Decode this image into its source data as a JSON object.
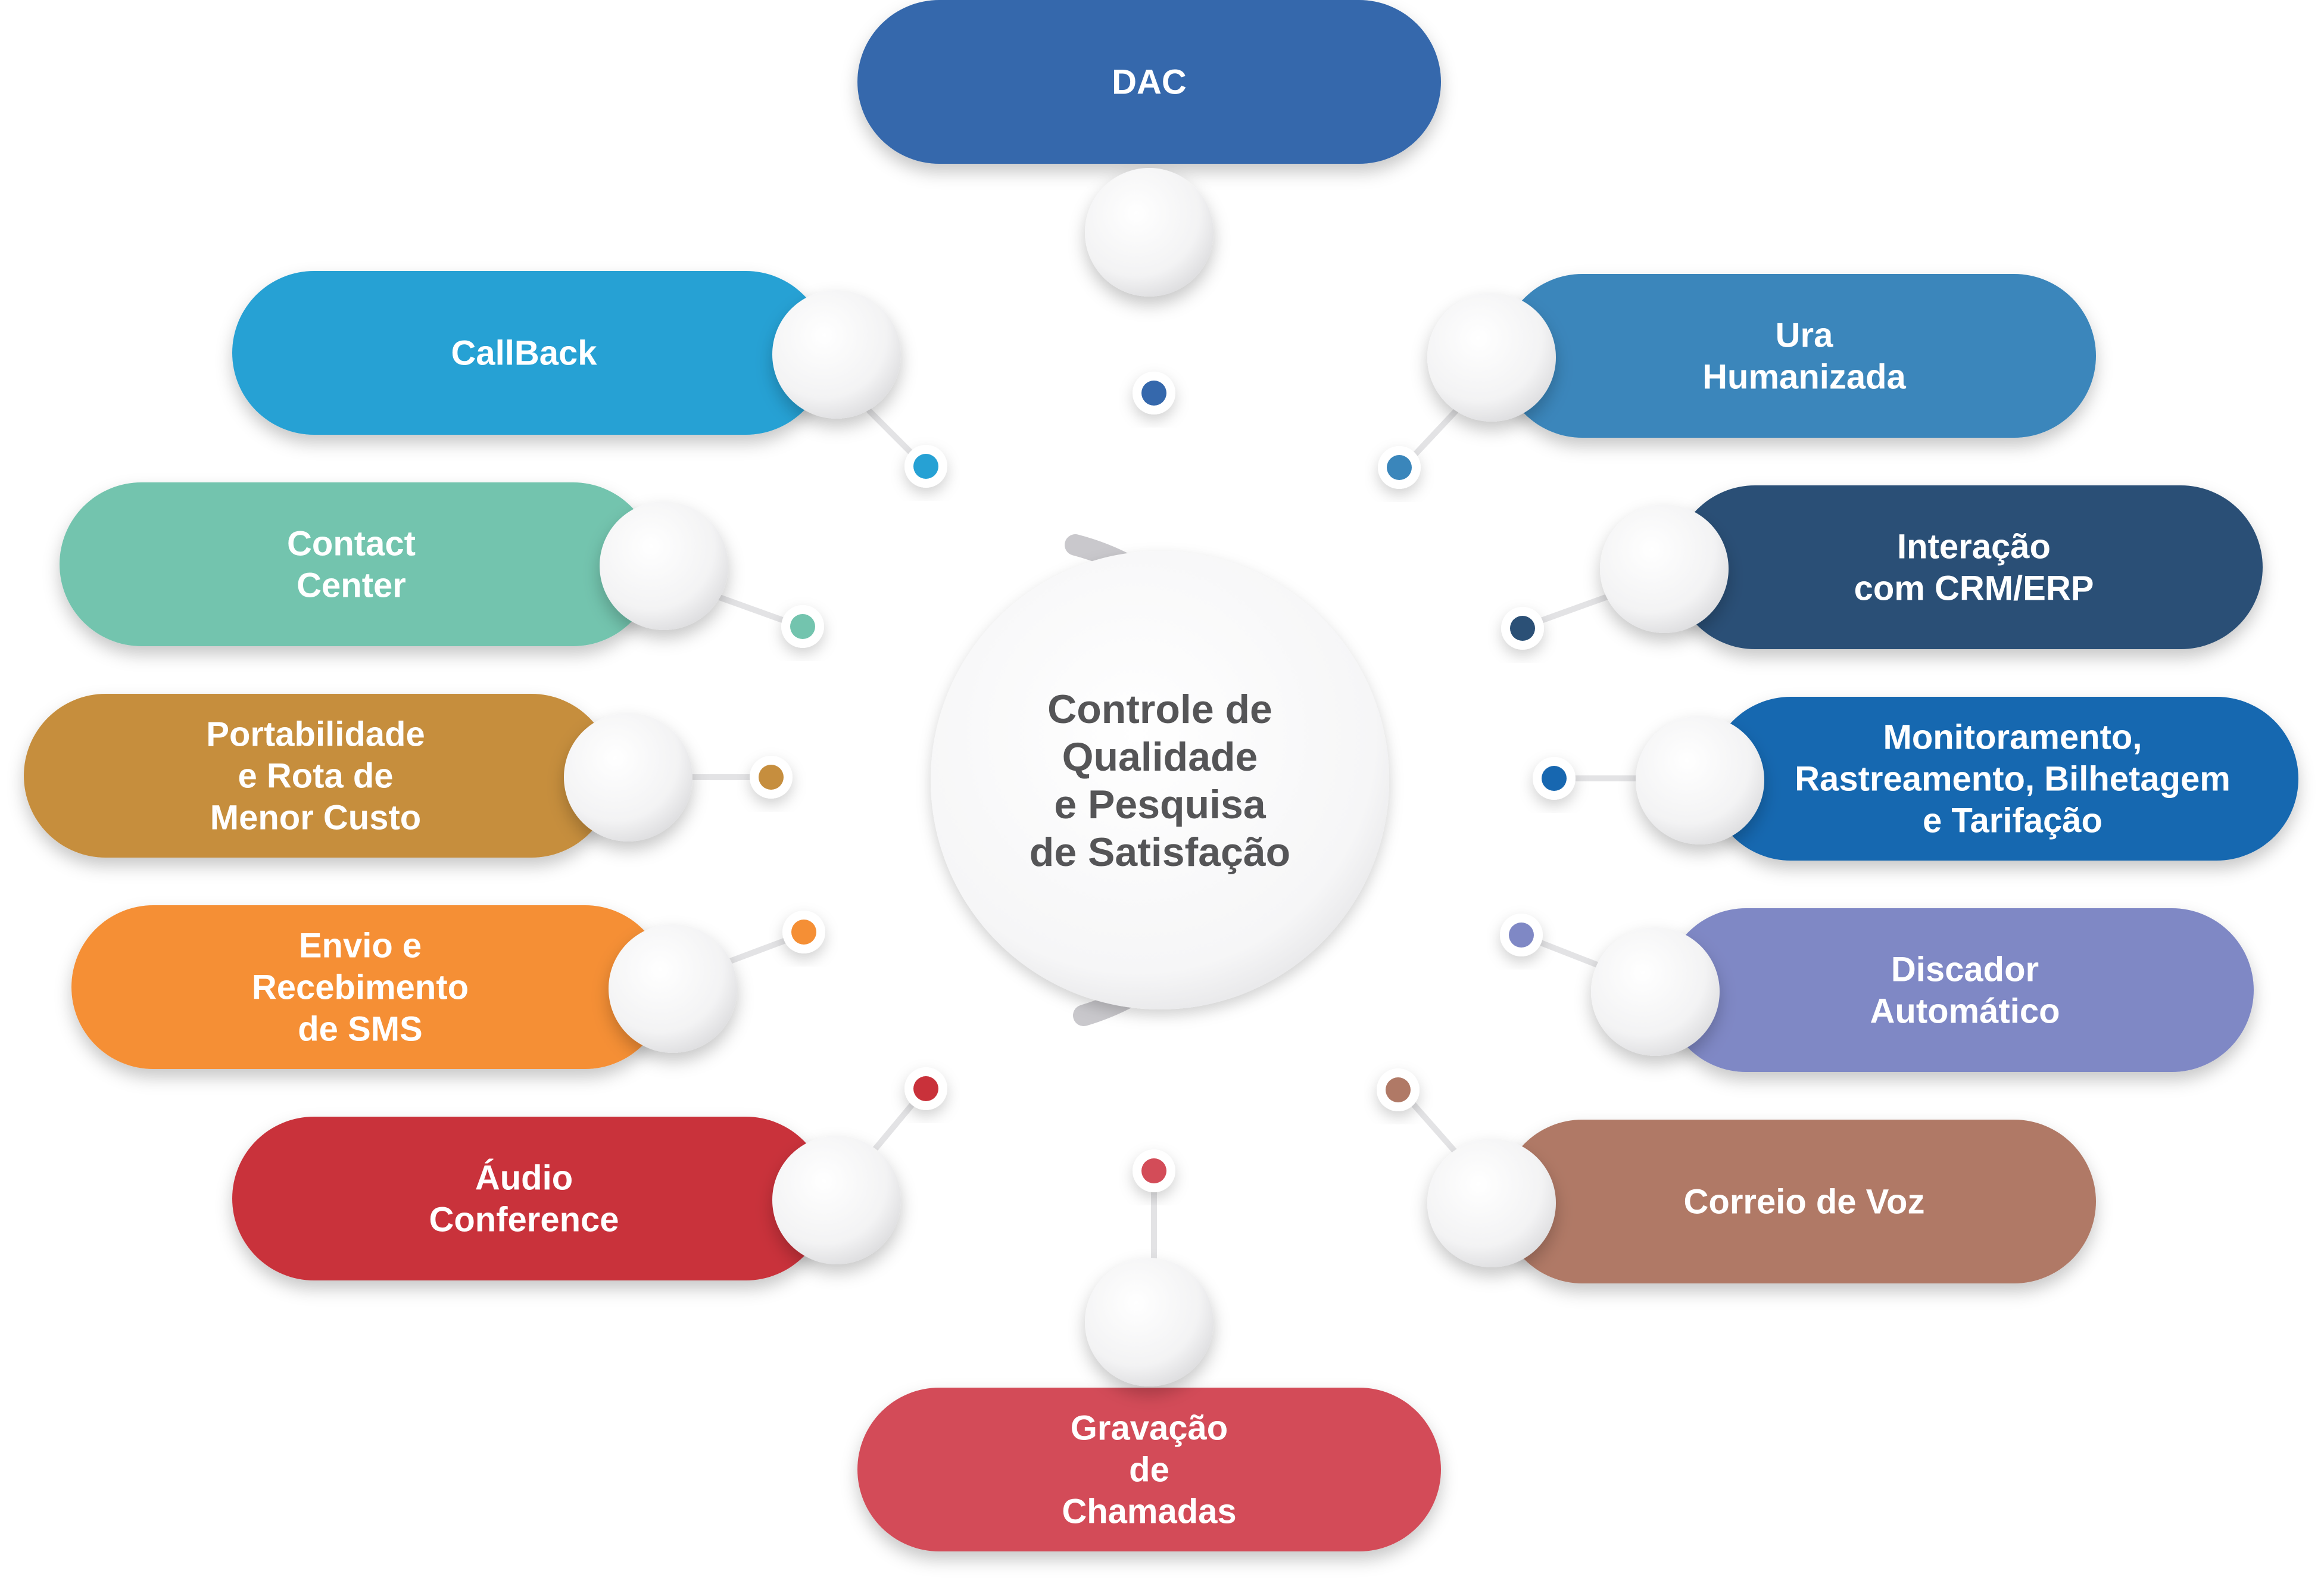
{
  "center": {
    "lines": [
      "Controle de",
      "Qualidade",
      "e Pesquisa",
      "de Satisfação"
    ]
  },
  "nodes": [
    {
      "id": "dac",
      "lines": [
        "DAC"
      ],
      "color": "#3568AC"
    },
    {
      "id": "ura-humanizada",
      "lines": [
        "Ura",
        "Humanizada"
      ],
      "color": "#3A86BB"
    },
    {
      "id": "interacao-crm-erp",
      "lines": [
        "Interação",
        "com CRM/ERP"
      ],
      "color": "#2B5076"
    },
    {
      "id": "monitoramento",
      "lines": [
        "Monitoramento,",
        "Rastreamento, Bilhetagem",
        "e Tarifação"
      ],
      "color": "#1767B0"
    },
    {
      "id": "discador-automatico",
      "lines": [
        "Discador",
        "Automático"
      ],
      "color": "#7F88C5"
    },
    {
      "id": "correio-de-voz",
      "lines": [
        "Correio de Voz"
      ],
      "color": "#B07966"
    },
    {
      "id": "gravacao-de-chamadas",
      "lines": [
        "Gravação",
        "de",
        "Chamadas"
      ],
      "color": "#D34C58"
    },
    {
      "id": "audio-conference",
      "lines": [
        "Áudio",
        "Conference"
      ],
      "color": "#C9313A"
    },
    {
      "id": "envio-sms",
      "lines": [
        "Envio e",
        "Recebimento",
        "de SMS"
      ],
      "color": "#F58F35"
    },
    {
      "id": "portabilidade",
      "lines": [
        "Portabilidade",
        "e Rota de",
        "Menor Custo"
      ],
      "color": "#C68E3E"
    },
    {
      "id": "contact-center",
      "lines": [
        "Contact",
        "Center"
      ],
      "color": "#73C4AE"
    },
    {
      "id": "callback",
      "lines": [
        "CallBack"
      ],
      "color": "#26A1D4"
    }
  ]
}
